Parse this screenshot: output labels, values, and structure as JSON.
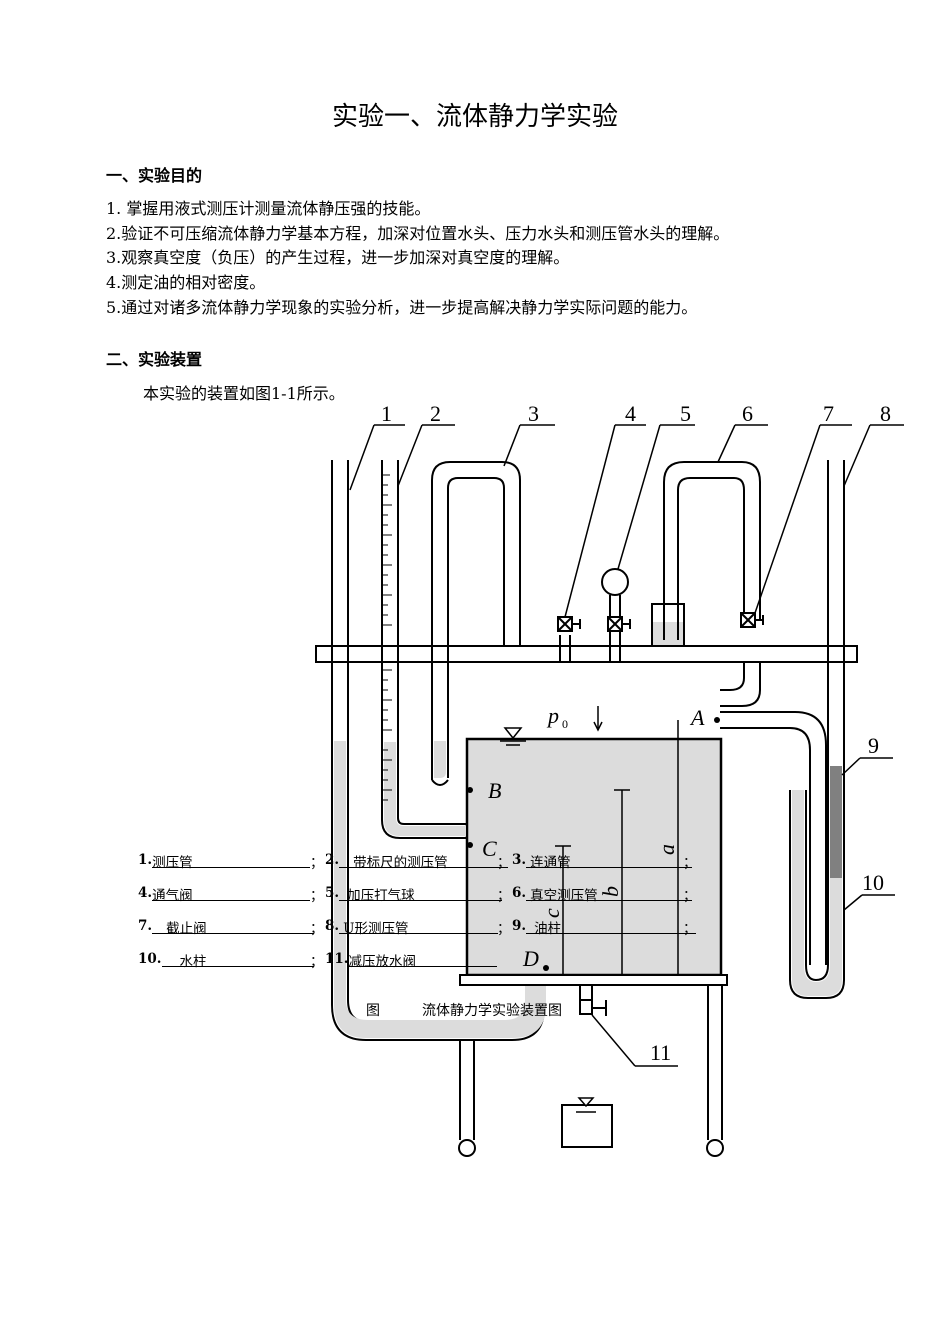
{
  "title": "实验一、流体静力学实验",
  "section1": {
    "heading": "一、实验目的",
    "items": [
      "1. 掌握用液式测压计测量流体静压强的技能。",
      "2.验证不可压缩流体静力学基本方程，加深对位置水头、压力水头和测压管水头的理解。",
      "3.观察真空度（负压）的产生过程，进一步加深对真空度的理解。",
      "4.测定油的相对密度。",
      "5.通过对诸多流体静力学现象的实验分析，进一步提高解决静力学实际问题的能力。"
    ]
  },
  "section2": {
    "heading": "二、实验装置",
    "intro": "本实验的装置如图1-1所示。"
  },
  "figure": {
    "numbers": [
      "1",
      "2",
      "3",
      "4",
      "5",
      "6",
      "7",
      "8",
      "9",
      "10",
      "11"
    ],
    "points": [
      "A",
      "B",
      "C",
      "D"
    ],
    "p0": "p",
    "p0_sub": "0",
    "dims": [
      "a",
      "b",
      "c"
    ],
    "legend": [
      {
        "num": "1.",
        "text": "测压管",
        "sep": "；"
      },
      {
        "num": "2.",
        "text": "带标尺的测压管",
        "sep": "；"
      },
      {
        "num": "3.",
        "text": "连通管",
        "sep": "；"
      },
      {
        "num": "4.",
        "text": "通气阀",
        "sep": "；"
      },
      {
        "num": "5.",
        "text": "加压打气球",
        "sep": "；"
      },
      {
        "num": "6.",
        "text": "真空测压管",
        "sep": "；"
      },
      {
        "num": "7.",
        "text": "截止阀",
        "sep": "；"
      },
      {
        "num": "8.",
        "text": "U形测压管",
        "sep": "；"
      },
      {
        "num": "9.",
        "text": "油柱",
        "sep": "；"
      },
      {
        "num": "10.",
        "text": "水柱",
        "sep": "；"
      },
      {
        "num": "11.",
        "text": "减压放水阀",
        "sep": ""
      }
    ],
    "caption_prefix": "图",
    "caption": "流体静力学实验装置图"
  }
}
